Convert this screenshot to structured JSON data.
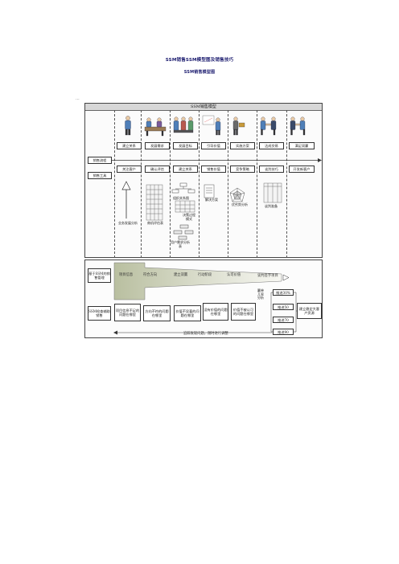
{
  "doc_title": "SSM销售SSM模型图及销售技巧",
  "sub_title": "SSM销售模型图",
  "ellipsis": "...",
  "diagram": {
    "banner": "SSM销售模型",
    "stages": [
      "建立关系",
      "发展需求",
      "发展目标",
      "引导价值",
      "实施方案",
      "达成交易",
      "满足双赢"
    ],
    "left_labels": {
      "process": "销售流程",
      "tools": "销售工具"
    },
    "tools": [
      "关注客户",
      "确认评估",
      "建立关系",
      "销售价值",
      "竞争策略",
      "谈判技巧",
      "开发新客户"
    ],
    "artifacts": {
      "arrow": "业务发展分析",
      "matrix": "商机评估表",
      "org": "组织关系图",
      "flow": "决策过程模式",
      "user": "用户需求分析表",
      "solution": "解决方案",
      "radar": "优劣势分析",
      "table": "谈判准备"
    }
  },
  "lower": {
    "ssm_label": "基于SSM的销售管理",
    "bands": [
      "项目信息",
      "符合方向",
      "建立双赢",
      "行动阶段",
      "认可价值",
      "谈判签字项目"
    ],
    "diag_label": "SSM检查辅助销售",
    "diag_boxes": [
      "项目信息不足的问题在哪里",
      "方向不符的问题在哪里",
      "价值不显著的问题在哪里",
      "没有价值的问题在哪里",
      "价值不被认可的问题在哪里"
    ],
    "vertical_label": "赢单几率分析",
    "ladder": [
      "推进30%",
      "推进50",
      "推进70",
      "推进90"
    ],
    "result": "建立稳定大客户资源",
    "bottom_note": "追踪发现问题，随时进行调整"
  }
}
